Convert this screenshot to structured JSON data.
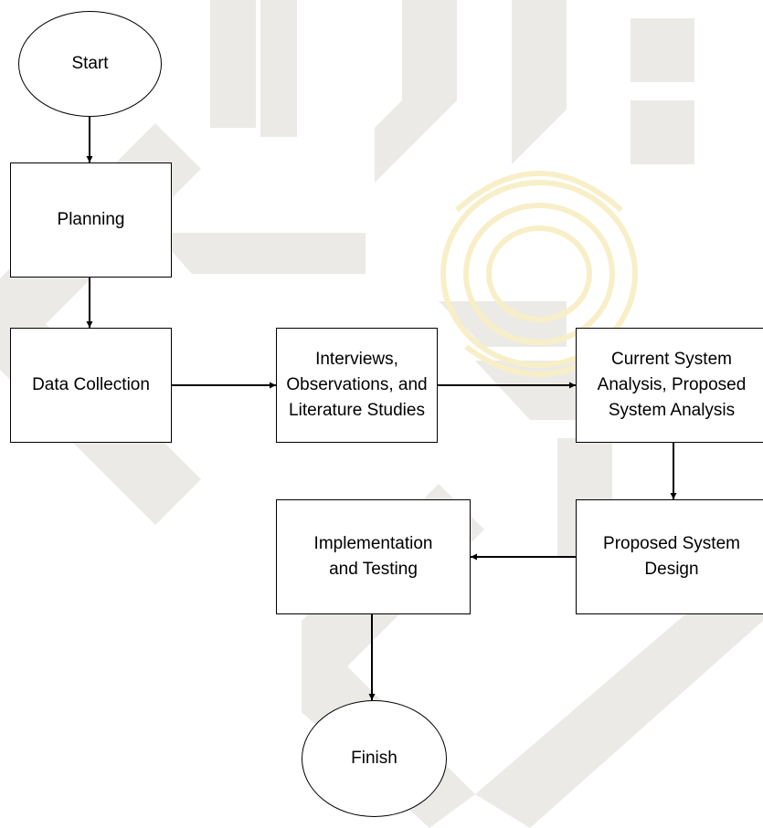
{
  "diagram": {
    "nodes": {
      "start": "Start",
      "planning": "Planning",
      "data_collection": "Data Collection",
      "interviews": "Interviews,\nObservations, and\nLiterature  Studies",
      "analysis": "Current System\nAnalysis, Proposed\nSystem Analysis",
      "design": "Proposed System\nDesign",
      "implementation": "Implementation\nand Testing",
      "finish": "Finish"
    },
    "edges": [
      {
        "from": "start",
        "to": "planning"
      },
      {
        "from": "planning",
        "to": "data_collection"
      },
      {
        "from": "data_collection",
        "to": "interviews"
      },
      {
        "from": "interviews",
        "to": "analysis"
      },
      {
        "from": "analysis",
        "to": "design"
      },
      {
        "from": "design",
        "to": "implementation"
      },
      {
        "from": "implementation",
        "to": "finish"
      }
    ]
  },
  "colors": {
    "stroke": "#000000",
    "fill": "#ffffff",
    "watermark": "#ebeae6",
    "watermark_gold": "#f8efc8"
  }
}
